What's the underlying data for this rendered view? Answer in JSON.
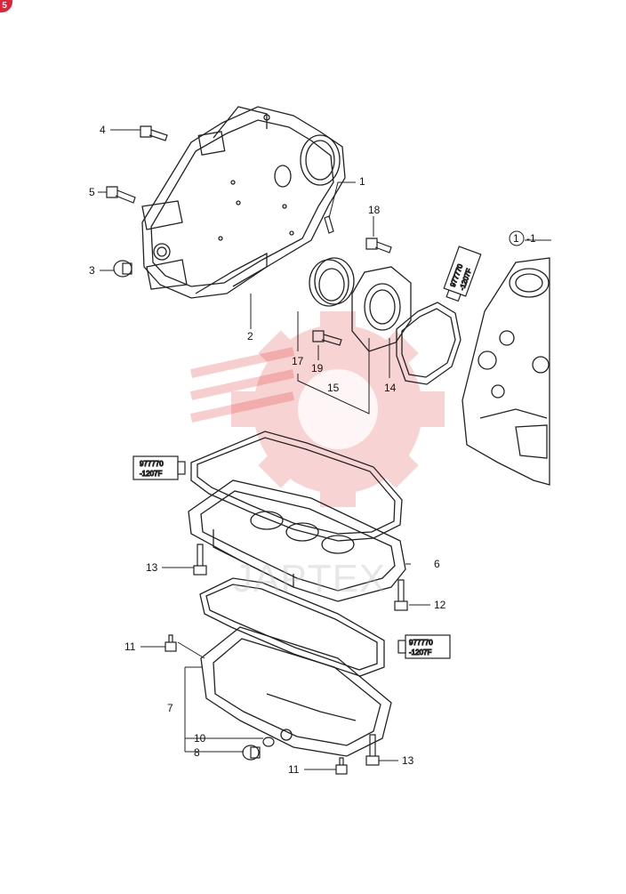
{
  "corner_badge": "5",
  "watermark": "JAPTEX",
  "callouts": {
    "c1": "1",
    "c1b": "1",
    "c1c": "-1",
    "c2": "2",
    "c3": "3",
    "c4": "4",
    "c5": "5",
    "c6": "6",
    "c7": "7",
    "c8": "8",
    "c10": "10",
    "c11a": "11",
    "c11b": "11",
    "c12": "12",
    "c13a": "13",
    "c13b": "13",
    "c14": "14",
    "c15": "15",
    "c17": "17",
    "c18": "18",
    "c19": "19"
  },
  "sealant_tubes": [
    {
      "line1": "977770",
      "line2": "-1207F"
    },
    {
      "line1": "977770",
      "line2": "-1207F"
    },
    {
      "line1": "977770",
      "line2": "-1207F"
    }
  ],
  "colors": {
    "line": "#222222",
    "brand_watermark": "#e23b3b"
  }
}
